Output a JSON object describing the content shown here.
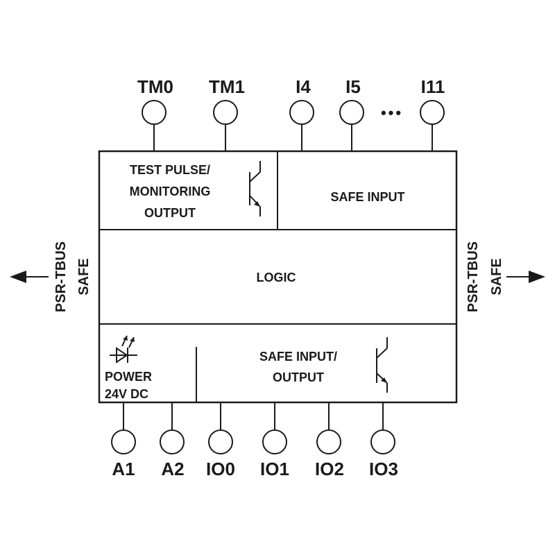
{
  "top_terminals": [
    "TM0",
    "TM1",
    "I4",
    "I5",
    "I11"
  ],
  "ellipsis": "•••",
  "bottom_terminals": [
    "A1",
    "A2",
    "IO0",
    "IO1",
    "IO2",
    "IO3"
  ],
  "blocks": {
    "test_pulse": [
      "TEST PULSE/",
      "MONITORING",
      "OUTPUT"
    ],
    "safe_input": "SAFE INPUT",
    "logic": "LOGIC",
    "power": [
      "POWER",
      "24V DC"
    ],
    "safe_io": [
      "SAFE INPUT/",
      "OUTPUT"
    ]
  },
  "bus_left": [
    "PSR-TBUS",
    "SAFE"
  ],
  "bus_right": [
    "PSR-TBUS",
    "SAFE"
  ],
  "colors": {
    "line": "#1a1a1a",
    "background": "#ffffff"
  }
}
